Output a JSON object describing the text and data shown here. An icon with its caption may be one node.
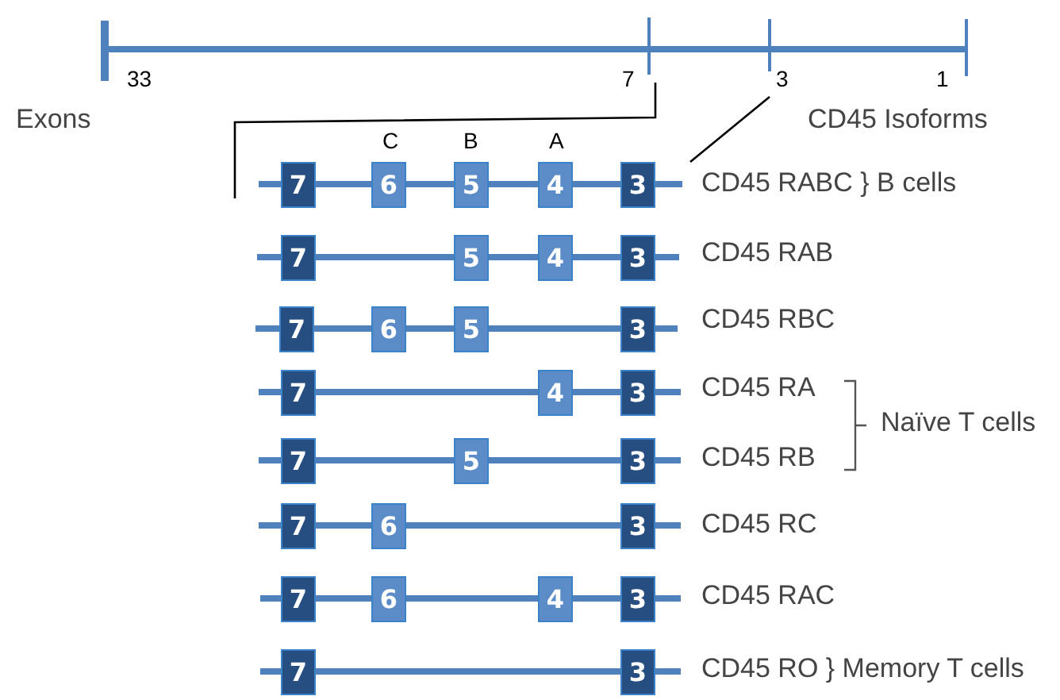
{
  "diagram": {
    "nodes": [
      {
        "text": [
          "7"
        ]
      },
      {
        "text": [
          "6"
        ]
      },
      {
        "text": [
          "5"
        ]
      },
      {
        "text": [
          "4"
        ]
      },
      {
        "text": [
          "3"
        ]
      },
      {
        "text": [
          "7"
        ]
      },
      {
        "text": [
          "5"
        ]
      },
      {
        "text": [
          "4"
        ]
      },
      {
        "text": [
          "3"
        ]
      },
      {
        "text": [
          "7"
        ]
      },
      {
        "text": [
          "6"
        ]
      },
      {
        "text": [
          "5"
        ]
      },
      {
        "text": [
          "3"
        ]
      },
      {
        "text": [
          "7"
        ]
      },
      {
        "text": [
          "4"
        ]
      },
      {
        "text": [
          "3"
        ]
      },
      {
        "text": [
          "7"
        ]
      },
      {
        "text": [
          "5"
        ]
      },
      {
        "text": [
          "3"
        ]
      },
      {
        "text": [
          "7"
        ]
      },
      {
        "text": [
          "6"
        ]
      },
      {
        "text": [
          "3"
        ]
      },
      {
        "text": [
          "7"
        ]
      },
      {
        "text": [
          "6"
        ]
      },
      {
        "text": [
          "4"
        ]
      },
      {
        "text": [
          "3"
        ]
      },
      {
        "text": [
          "7"
        ]
      },
      {
        "text": [
          "3"
        ]
      }
    ],
    "edges": [],
    "labels": [
      "33",
      "7",
      "3",
      "1",
      "Exons",
      "CD45 Isoforms",
      "C",
      "B",
      "A",
      "CD45 RABC } B cells",
      "CD45 RAB",
      "CD45 RBC",
      "CD45 RA",
      "Naïve T cells",
      "CD45 RB",
      "CD45 RC",
      "CD45 RAC",
      "CD45 RO } Memory T cells"
    ]
  }
}
